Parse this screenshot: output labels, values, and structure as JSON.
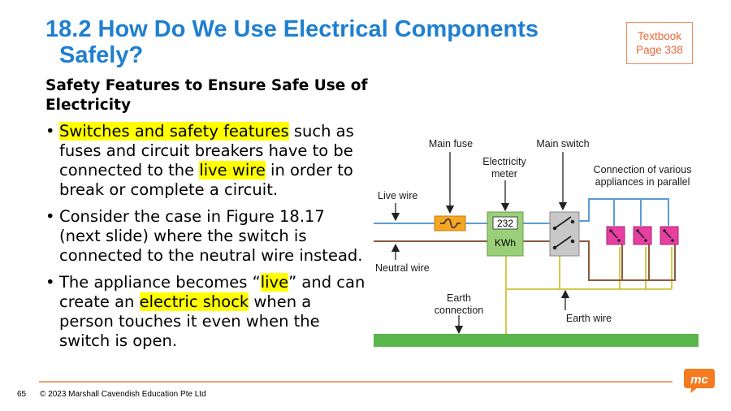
{
  "header": {
    "title_line1": "18.2 How Do We Use Electrical Components",
    "title_line2": "Safely?",
    "ref_line1": "Textbook",
    "ref_line2": "Page 338"
  },
  "subheading": "Safety Features to Ensure Safe Use of Electricity",
  "bullets": [
    {
      "hl1": "Switches and safety features",
      "t1": " such as fuses and circuit breakers have to be connected to the ",
      "hl2": "live wire",
      "t2": " in order to break or complete a circuit."
    },
    {
      "text": "Consider the case in Figure 18.17 (next slide)  where the switch is connected to the neutral wire instead."
    },
    {
      "t0": "The appliance becomes “",
      "hl1": "live",
      "t1": "” and can create an ",
      "hl2": "electric shock",
      "t2": " when a person touches it even when the switch is open."
    }
  ],
  "diagram": {
    "main_fuse": "Main fuse",
    "main_switch": "Main switch",
    "meter_line1": "Electricity",
    "meter_line2": "meter",
    "appliances_line1": "Connection of various",
    "appliances_line2": "appliances in parallel",
    "live_wire": "Live wire",
    "neutral_wire": "Neutral wire",
    "earth_conn_line1": "Earth",
    "earth_conn_line2": "connection",
    "earth_wire": "Earth wire",
    "meter_reading": "232",
    "meter_unit": "KWh",
    "colors": {
      "live": "#5b9bd5",
      "neutral": "#8b5a3c",
      "earth": "#d4c94a",
      "ground": "#5ab54b",
      "fuse": "#f5a623",
      "meter": "#9bd07a",
      "appliance": "#e63fa0"
    }
  },
  "footer": {
    "page_number": "65",
    "copyright": "© 2023 Marshall Cavendish Education Pte Ltd",
    "logo_text": "mc"
  }
}
